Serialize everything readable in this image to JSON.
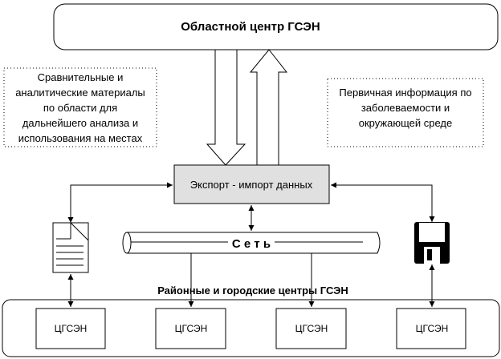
{
  "top_center": "Областной центр ГСЭН",
  "left_note": [
    "Сравнительные и",
    "аналитические материалы",
    "по области для",
    "дальнейшего анализа и",
    "использования на местах"
  ],
  "right_note": [
    "Первичная информация по",
    "заболеваемости и",
    "окружающей среде"
  ],
  "export_import": "Экспорт - импорт данных",
  "network": "С е т ь",
  "district_label": "Районные и городские центры ГСЭН",
  "centers": [
    "ЦГСЭН",
    "ЦГСЭН",
    "ЦГСЭН",
    "ЦГСЭН"
  ]
}
